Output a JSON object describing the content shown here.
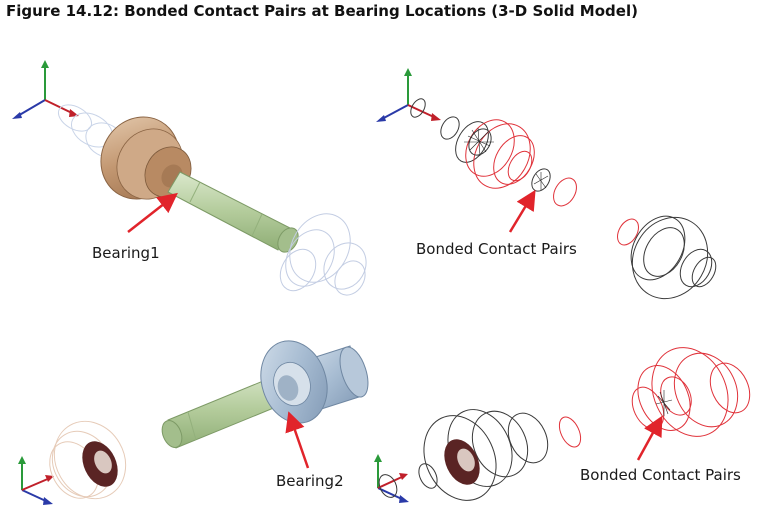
{
  "figure": {
    "title": "Figure 14.12: Bonded Contact Pairs at Bearing Locations (3-D Solid Model)"
  },
  "panels": {
    "top_left": {
      "label": "Bearing1"
    },
    "top_right": {
      "label": "Bonded Contact Pairs"
    },
    "bottom_left": {
      "label": "Bearing2"
    },
    "bottom_right": {
      "label": "Bonded Contact Pairs"
    }
  },
  "colors": {
    "shaft_green": "#b9cfa3",
    "bearing1_tan": "#c8a27e",
    "bearing2_steel": "#a7bcd2",
    "contact_red": "#e0323a",
    "contact_dark": "#3a3a3a",
    "arrow_red": "#e1242b",
    "triad_x": "#c0202a",
    "triad_y": "#2a9a3a",
    "triad_z": "#2a3aa8"
  }
}
